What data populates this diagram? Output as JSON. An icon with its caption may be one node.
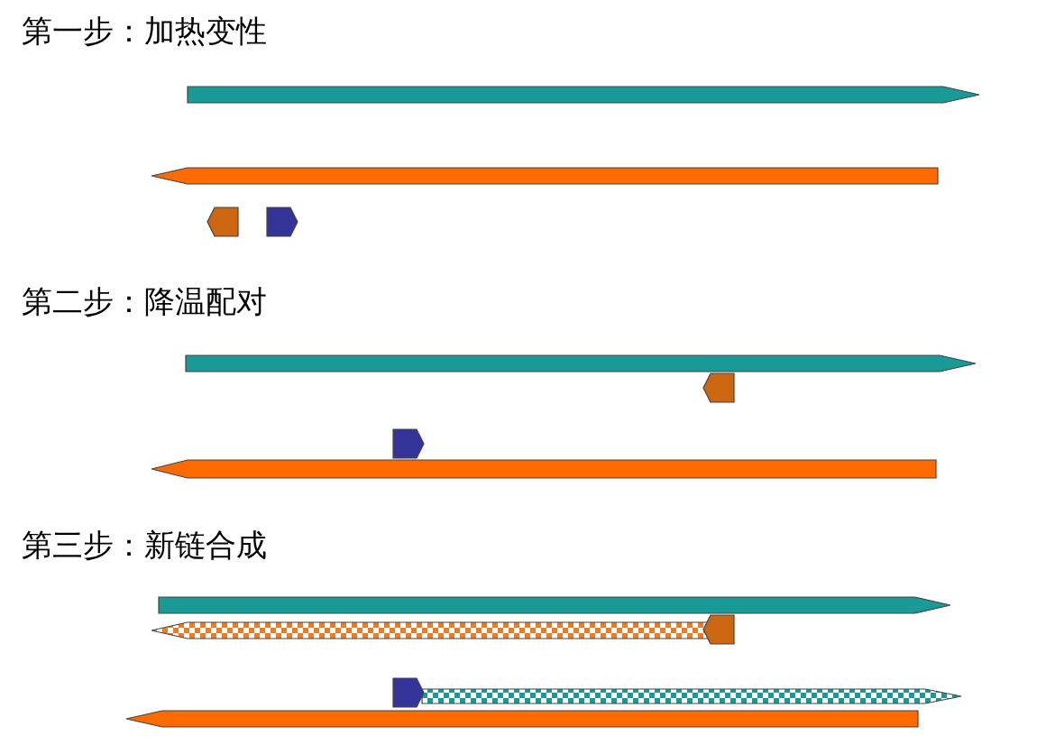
{
  "diagram": {
    "labels": [
      "第一步：加热变性",
      "第二步：降温配对",
      "第三步：新链合成"
    ]
  }
}
